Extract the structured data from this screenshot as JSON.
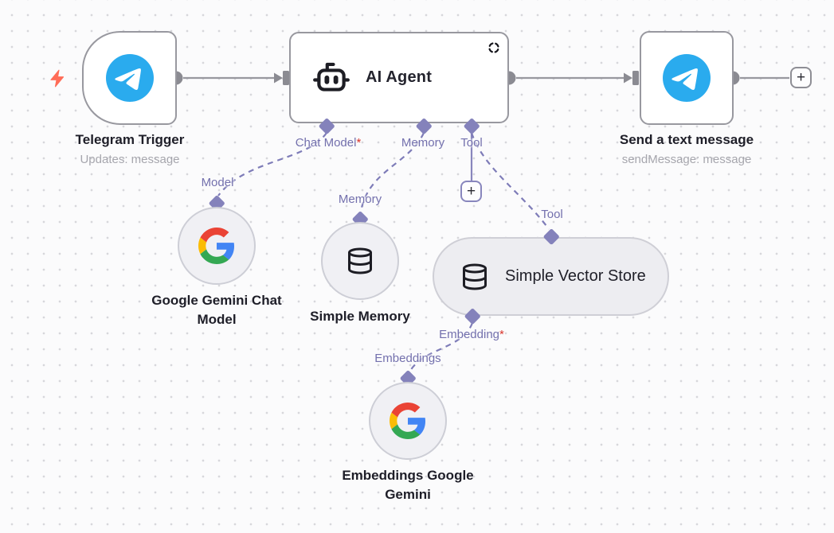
{
  "ui": {
    "plus": "+",
    "asterisk": "*"
  },
  "colors": {
    "canvas_bg": "#fbfbfc",
    "grid_dot": "#d7d7db",
    "node_border": "#98989f",
    "wire_gray": "#98989f",
    "port_gray": "#8b8b92",
    "purple_accent": "#8482bb",
    "purple_wire": "#7e7cb8",
    "purple_label": "#7370ad",
    "required_red": "#d8352c",
    "telegram_blue": "#2AABEE",
    "bolt_orange": "#ff6c57",
    "subnode_fill": "#f0f0f4",
    "subnode_border": "#cdced6",
    "google_red": "#EA4335",
    "google_blue": "#4285F4",
    "google_yellow": "#FBBC05",
    "google_green": "#34A853"
  },
  "nodes": {
    "telegram_trigger": {
      "name": "Telegram Trigger",
      "subtitle": "Updates: message",
      "icon": "telegram-icon",
      "trigger_icon": "lightning-bolt-icon"
    },
    "ai_agent": {
      "name": "AI Agent",
      "icon": "bot-icon",
      "status_icon": "spinner-icon",
      "ports": [
        {
          "label": "Chat Model",
          "required": "*"
        },
        {
          "label": "Memory",
          "required": ""
        },
        {
          "label": "Tool",
          "required": ""
        }
      ]
    },
    "send_message": {
      "name": "Send a text message",
      "subtitle": "sendMessage: message",
      "icon": "telegram-icon"
    },
    "gemini_chat_model": {
      "name": "Google Gemini Chat Model",
      "icon": "google-icon",
      "port_label": "Model"
    },
    "simple_memory": {
      "name": "Simple Memory",
      "icon": "database-icon",
      "port_label": "Memory"
    },
    "simple_vector_store": {
      "name": "Simple Vector Store",
      "icon": "database-icon",
      "top_port_label": "Tool",
      "bottom_port_label": "Embedding",
      "bottom_port_required": "*"
    },
    "embeddings_gemini": {
      "name": "Embeddings Google Gemini",
      "icon": "google-icon",
      "port_label": "Embeddings"
    }
  }
}
